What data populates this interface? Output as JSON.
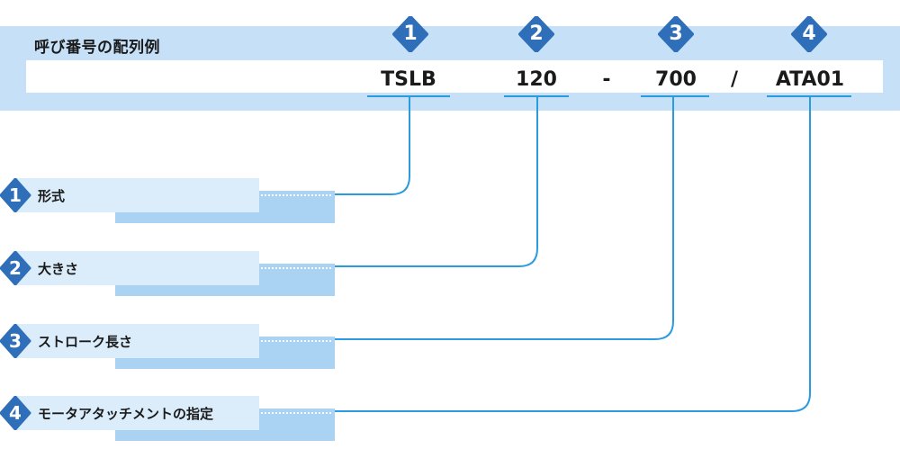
{
  "title": "呼び番号の配列例",
  "code": {
    "segments": [
      {
        "num": "1",
        "text": "TSLB"
      },
      {
        "num": "2",
        "text": "120"
      },
      {
        "num": "3",
        "text": "700"
      },
      {
        "num": "4",
        "text": "ATA01"
      }
    ],
    "separators": [
      "-",
      "/"
    ]
  },
  "items": [
    {
      "num": "1",
      "label": "形式"
    },
    {
      "num": "2",
      "label": "大きさ"
    },
    {
      "num": "3",
      "label": "ストローク長さ"
    },
    {
      "num": "4",
      "label": "モータアタッチメントの指定"
    }
  ],
  "colors": {
    "badge": "#2f6eb8",
    "line": "#2b9be0",
    "panel": "#c5e0f7"
  }
}
